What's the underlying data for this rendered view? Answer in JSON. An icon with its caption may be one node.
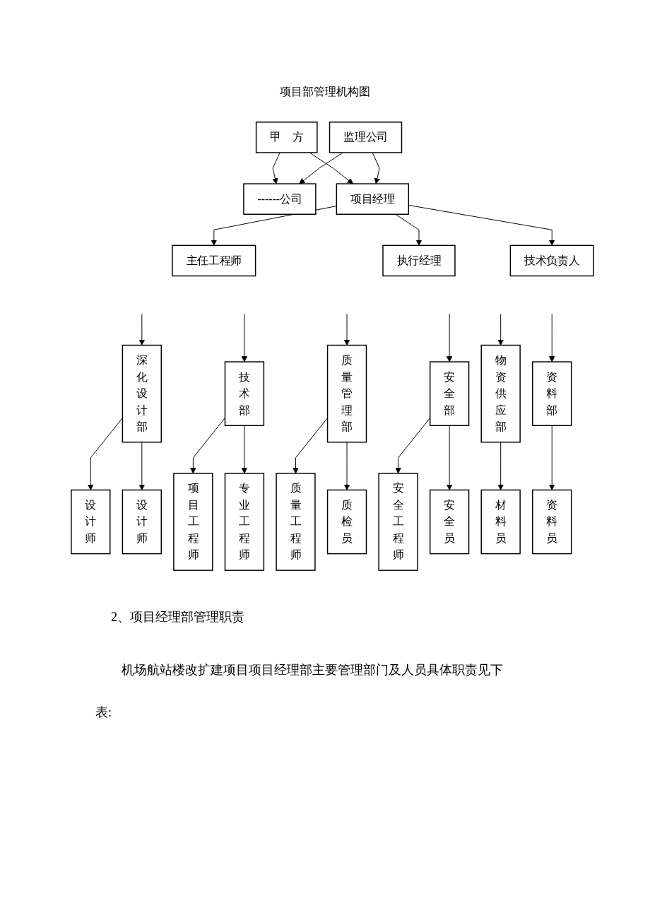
{
  "diagram": {
    "title": "项目部管理机构图",
    "nodes": [
      {
        "text": [
          "甲　方"
        ]
      },
      {
        "text": [
          "------公司"
        ]
      },
      {
        "text": [
          "监理公司"
        ]
      },
      {
        "text": [
          "项目经理"
        ]
      },
      {
        "text": [
          "主任工程师"
        ]
      },
      {
        "text": [
          "执行经理"
        ]
      },
      {
        "text": [
          "技术负责人"
        ]
      },
      {
        "text": [
          "深化设计部"
        ]
      },
      {
        "text": [
          "技术部"
        ]
      },
      {
        "text": [
          "质量管理部"
        ]
      },
      {
        "text": [
          "安全部"
        ]
      },
      {
        "text": [
          "物资供应部"
        ]
      },
      {
        "text": [
          "资料部"
        ]
      },
      {
        "text": [
          "设计师"
        ]
      },
      {
        "text": [
          "设计师"
        ]
      },
      {
        "text": [
          "项目工程师"
        ]
      },
      {
        "text": [
          "专业工程师"
        ]
      },
      {
        "text": [
          "质量工程师"
        ]
      },
      {
        "text": [
          "质检员"
        ]
      },
      {
        "text": [
          "安全工程师"
        ]
      },
      {
        "text": [
          "安全员"
        ]
      },
      {
        "text": [
          "材料员"
        ]
      },
      {
        "text": [
          "资料员"
        ]
      }
    ],
    "edges": [
      {
        "from": 0,
        "to": 1,
        "arrow": "to"
      },
      {
        "from": 2,
        "to": 1,
        "arrow": "to"
      },
      {
        "from": 0,
        "to": 3,
        "arrow": "to"
      },
      {
        "from": 2,
        "to": 3,
        "arrow": "to"
      },
      {
        "from": 3,
        "to": 4,
        "arrow": "to"
      },
      {
        "from": 3,
        "to": 5,
        "arrow": "to"
      },
      {
        "from": 3,
        "to": 6,
        "arrow": "to"
      },
      {
        "from": null,
        "to": 7,
        "arrow": "to"
      },
      {
        "from": null,
        "to": 8,
        "arrow": "to"
      },
      {
        "from": null,
        "to": 9,
        "arrow": "to"
      },
      {
        "from": null,
        "to": 10,
        "arrow": "to"
      },
      {
        "from": null,
        "to": 11,
        "arrow": "to"
      },
      {
        "from": null,
        "to": 12,
        "arrow": "to"
      },
      {
        "from": 7,
        "to": 13,
        "arrow": "to"
      },
      {
        "from": 7,
        "to": 14,
        "arrow": "to"
      },
      {
        "from": 8,
        "to": 15,
        "arrow": "to"
      },
      {
        "from": 8,
        "to": 16,
        "arrow": "to"
      },
      {
        "from": 9,
        "to": 17,
        "arrow": "to"
      },
      {
        "from": 9,
        "to": 18,
        "arrow": "to"
      },
      {
        "from": 10,
        "to": 19,
        "arrow": "to"
      },
      {
        "from": 10,
        "to": 20,
        "arrow": "to"
      },
      {
        "from": 11,
        "to": 21,
        "arrow": "to"
      },
      {
        "from": 12,
        "to": 22,
        "arrow": "to"
      }
    ],
    "labels": [
      "2、项目经理部管理职责",
      "机场航站楼改扩建项目项目经理部主要管理部门及人员具体职责见下表:"
    ]
  }
}
